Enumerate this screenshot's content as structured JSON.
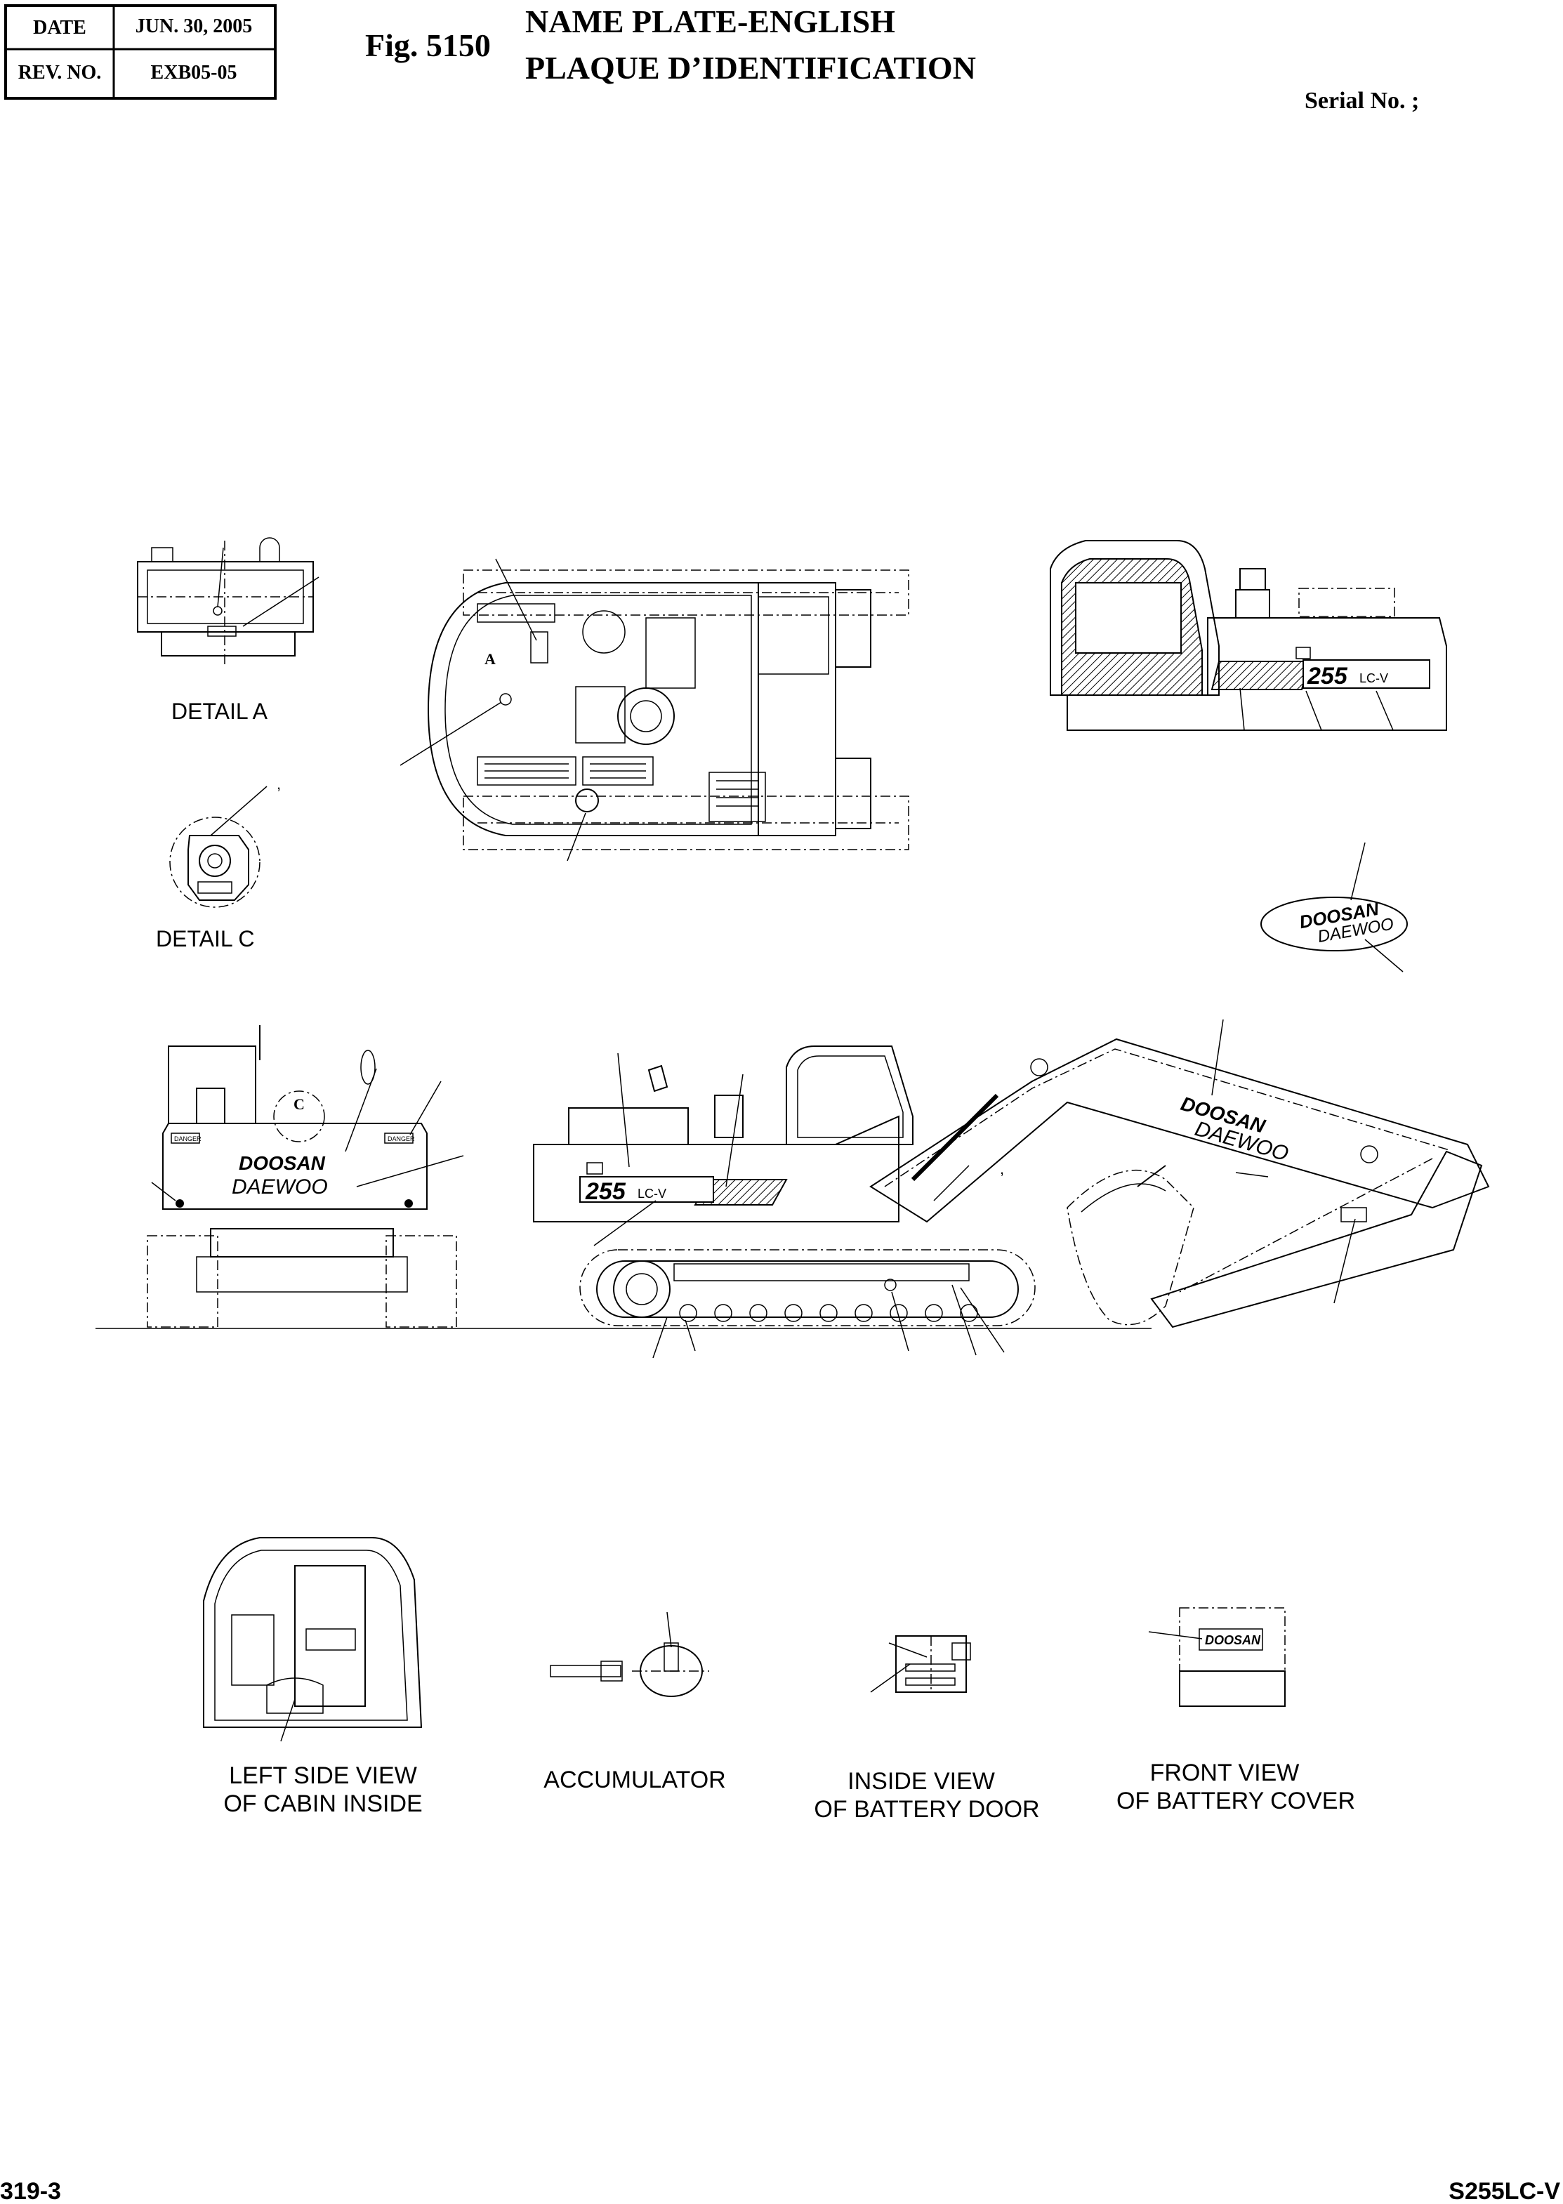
{
  "header": {
    "date_label": "DATE",
    "date_value": "JUN.  30, 2005",
    "rev_label": "REV. NO.",
    "rev_value": "EXB05-05",
    "fig_number": "Fig. 5150",
    "title_en": "NAME PLATE-ENGLISH",
    "title_fr": "PLAQUE D’IDENTIFICATION",
    "serial_label": "Serial No. ;"
  },
  "labels": {
    "detail_a": "DETAIL  A",
    "detail_c": "DETAIL  C",
    "marker_a": "A",
    "marker_c": "C",
    "cabin_1": "LEFT SIDE VIEW",
    "cabin_2": "OF CABIN INSIDE",
    "accumulator": "ACCUMULATOR",
    "battery_door_1": "INSIDE VIEW",
    "battery_door_2": "OF BATTERY DOOR",
    "battery_cover_1": "FRONT VIEW",
    "battery_cover_2": "OF BATTERY COVER"
  },
  "decals": {
    "brand_1": "DOOSAN",
    "brand_2": "DAEWOO",
    "model": "255",
    "model_suffix": "LC-V",
    "danger": "DANGER"
  },
  "footer": {
    "page_number": "319-3",
    "model_code": "S255LC-V"
  }
}
